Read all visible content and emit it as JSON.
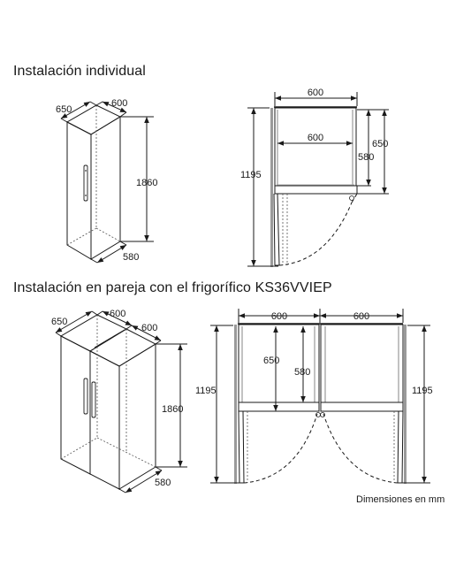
{
  "section_individual": {
    "title": "Instalación individual",
    "iso": {
      "depth": "650",
      "width": "600",
      "height": "1860",
      "base_depth": "580"
    },
    "top": {
      "width_outer": "600",
      "width_inner": "600",
      "depth_total": "1195",
      "depth_door": "650",
      "depth_body": "580"
    }
  },
  "section_pair": {
    "title": "Instalación en pareja con el frigorífico KS36VVIEP",
    "iso": {
      "depth": "650",
      "width_left": "600",
      "width_right": "600",
      "height": "1860",
      "base_depth": "580"
    },
    "top": {
      "width_left": "600",
      "width_right": "600",
      "depth_left": "1195",
      "depth_right": "1195",
      "depth_door": "650",
      "depth_body": "580"
    }
  },
  "units_note": "Dimensiones en mm"
}
